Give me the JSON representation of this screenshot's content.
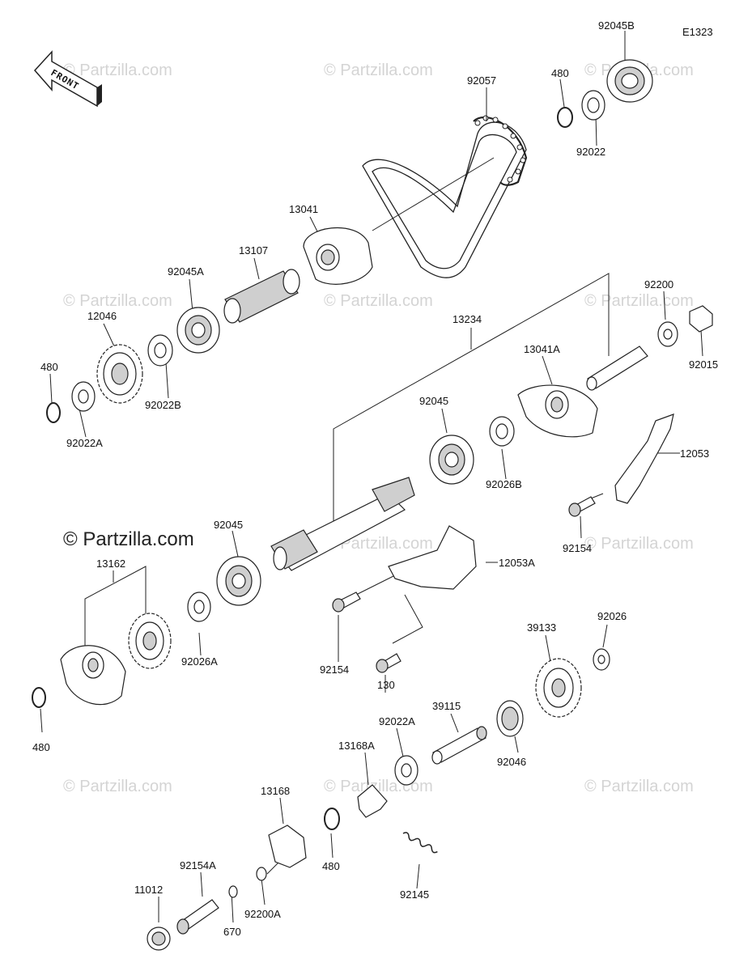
{
  "diagram_ref": "E1323",
  "front_label": "FRONT",
  "watermark": "© Partzilla.com",
  "watermark_bold": "© Partzilla.com",
  "parts": {
    "p92045B": "92045B",
    "p480_top": "480",
    "p92057": "92057",
    "p92022": "92022",
    "p13041": "13041",
    "p13107": "13107",
    "p92045A": "92045A",
    "p12046": "12046",
    "p480_left": "480",
    "p92022B": "92022B",
    "p92022A": "92022A",
    "p13234": "13234",
    "p92200": "92200",
    "p92015": "92015",
    "p13041A": "13041A",
    "p92045_mid": "92045",
    "p92026B": "92026B",
    "p12053": "12053",
    "p92154_right": "92154",
    "p92045_left": "92045",
    "p13162": "13162",
    "p12053A": "12053A",
    "p92154_mid": "92154",
    "p130": "130",
    "p92026A": "92026A",
    "p480_bottom_left": "480",
    "p39133": "39133",
    "p92026": "92026",
    "p39115": "39115",
    "p92022A_low": "92022A",
    "p13168A": "13168A",
    "p92046": "92046",
    "p13168": "13168",
    "p480_low": "480",
    "p92145": "92145",
    "p92154A": "92154A",
    "p11012": "11012",
    "p92200A": "92200A",
    "p670": "670"
  }
}
